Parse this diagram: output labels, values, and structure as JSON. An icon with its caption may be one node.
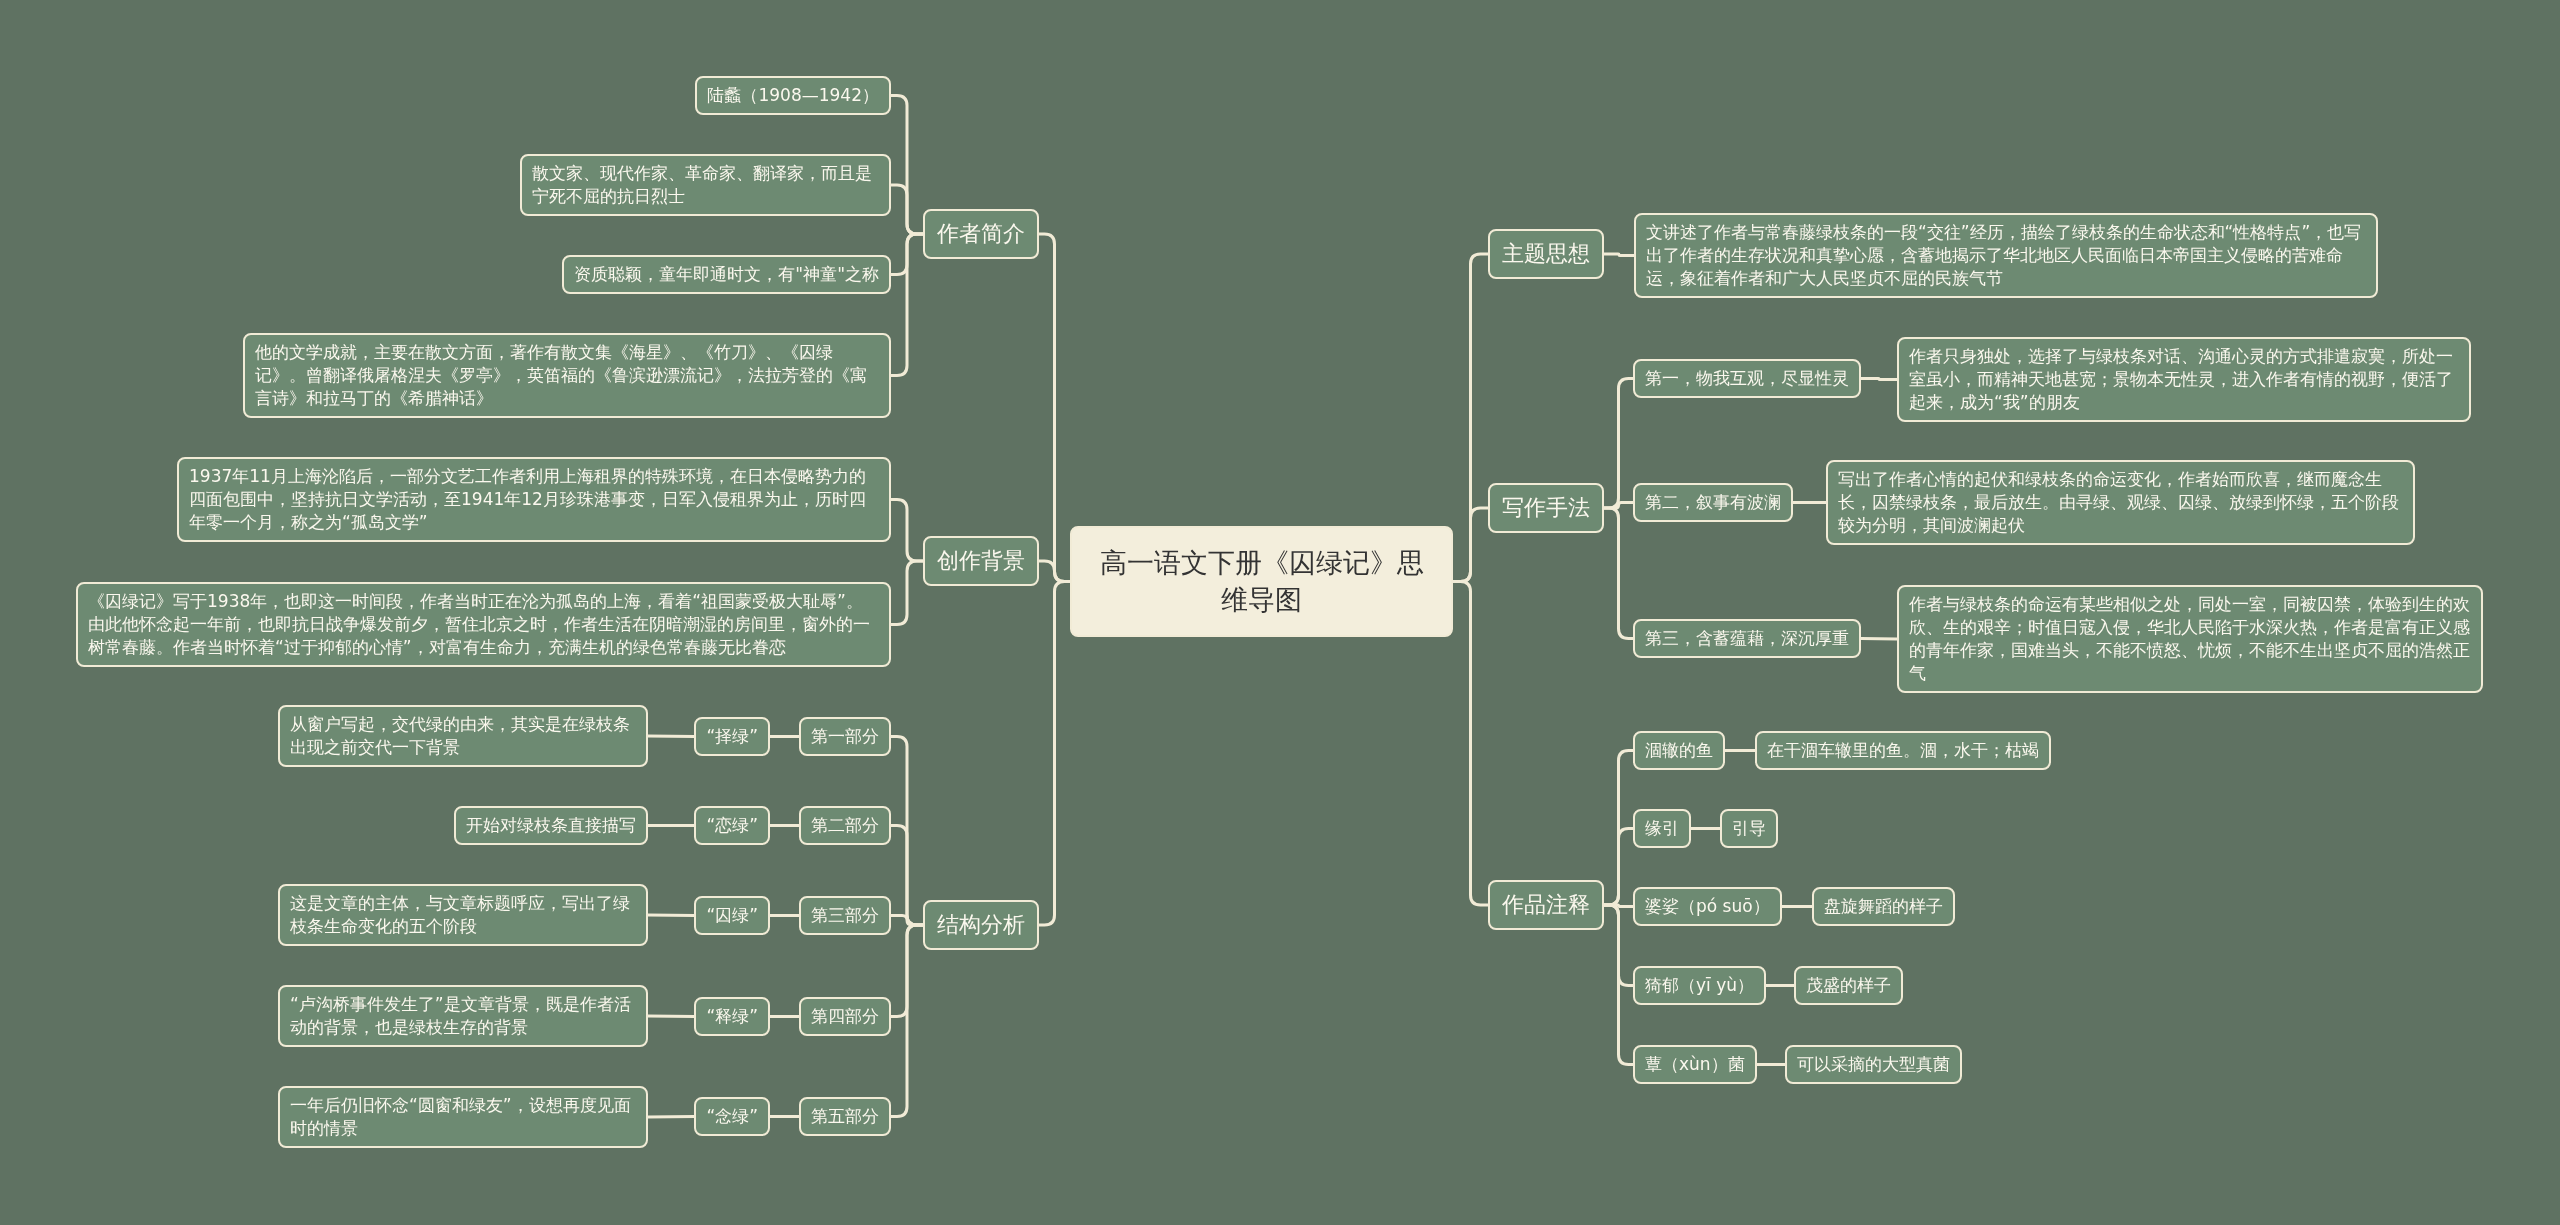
{
  "diagram": {
    "nodes": [
      {
        "text": [
          "高一语文下册《囚绿记》思维导图"
        ]
      },
      {
        "text": [
          "作者简介"
        ]
      },
      {
        "text": [
          "陆蠡（1908—1942）"
        ]
      },
      {
        "text": [
          "散文家、现代作家、革命家、翻译家，而且是宁死不屈的抗日烈士"
        ]
      },
      {
        "text": [
          "资质聪颖，童年即通时文，有\"神童\"之称"
        ]
      },
      {
        "text": [
          "他的文学成就，主要在散文方面，著作有散文集《海星》、《竹刀》、《囚绿记》。曾翻译俄屠格涅夫《罗亭》，英笛福的《鲁滨逊漂流记》，法拉芳登的《寓言诗》和拉马丁的《希腊神话》"
        ]
      },
      {
        "text": [
          "创作背景"
        ]
      },
      {
        "text": [
          "1937年11月上海沦陷后，一部分文艺工作者利用上海租界的特殊环境，在日本侵略势力的四面包围中，坚持抗日文学活动，至1941年12月珍珠港事变，日军入侵租界为止，历时四年零一个月，称之为“孤岛文学”"
        ]
      },
      {
        "text": [
          "《囚绿记》写于1938年，也即这一时间段，作者当时正在沦为孤岛的上海，看着“祖国蒙受极大耻辱”。由此他怀念起一年前，也即抗日战争爆发前夕，暂住北京之时，作者生活在阴暗潮湿的房间里，窗外的一树常春藤。作者当时怀着“过于抑郁的心情”，对富有生命力，充满生机的绿色常春藤无比眷恋"
        ]
      },
      {
        "text": [
          "结构分析"
        ]
      },
      {
        "text": [
          "第一部分"
        ]
      },
      {
        "text": [
          "“择绿”"
        ]
      },
      {
        "text": [
          "从窗户写起，交代绿的由来，其实是在绿枝条出现之前交代一下背景"
        ]
      },
      {
        "text": [
          "第二部分"
        ]
      },
      {
        "text": [
          "“恋绿”"
        ]
      },
      {
        "text": [
          "开始对绿枝条直接描写"
        ]
      },
      {
        "text": [
          "第三部分"
        ]
      },
      {
        "text": [
          "“囚绿”"
        ]
      },
      {
        "text": [
          "这是文章的主体，与文章标题呼应，写出了绿枝条生命变化的五个阶段"
        ]
      },
      {
        "text": [
          "第四部分"
        ]
      },
      {
        "text": [
          "“释绿”"
        ]
      },
      {
        "text": [
          "“卢沟桥事件发生了”是文章背景，既是作者活动的背景，也是绿枝生存的背景"
        ]
      },
      {
        "text": [
          "第五部分"
        ]
      },
      {
        "text": [
          "“念绿”"
        ]
      },
      {
        "text": [
          "一年后仍旧怀念“圆窗和绿友”，设想再度见面时的情景"
        ]
      },
      {
        "text": [
          "主题思想"
        ]
      },
      {
        "text": [
          "文讲述了作者与常春藤绿枝条的一段“交往”经历，描绘了绿枝条的生命状态和“性格特点”，也写出了作者的生存状况和真挚心愿，含蓄地揭示了华北地区人民面临日本帝国主义侵略的苦难命运，象征着作者和广大人民坚贞不屈的民族气节"
        ]
      },
      {
        "text": [
          "写作手法"
        ]
      },
      {
        "text": [
          "第一，物我互观，尽显性灵"
        ]
      },
      {
        "text": [
          "作者只身独处，选择了与绿枝条对话、沟通心灵的方式排遣寂寞，所处一室虽小，而精神天地甚宽；景物本无性灵，进入作者有情的视野，便活了起来，成为“我”的朋友"
        ]
      },
      {
        "text": [
          "第二，叙事有波澜"
        ]
      },
      {
        "text": [
          "写出了作者心情的起伏和绿枝条的命运变化，作者始而欣喜，继而魔念生长，囚禁绿枝条，最后放生。由寻绿、观绿、囚绿、放绿到怀绿，五个阶段较为分明，其间波澜起伏"
        ]
      },
      {
        "text": [
          "第三，含蓄蕴藉，深沉厚重"
        ]
      },
      {
        "text": [
          "作者与绿枝条的命运有某些相似之处，同处一室，同被囚禁，体验到生的欢欣、生的艰辛；时值日寇入侵，华北人民陷于水深火热，作者是富有正义感的青年作家，国难当头，不能不愤怒、忧烦，不能不生出坚贞不屈的浩然正气"
        ]
      },
      {
        "text": [
          "作品注释"
        ]
      },
      {
        "text": [
          "涸辙的鱼"
        ]
      },
      {
        "text": [
          "在干涸车辙里的鱼。涸，水干；枯竭"
        ]
      },
      {
        "text": [
          "缘引"
        ]
      },
      {
        "text": [
          "引导"
        ]
      },
      {
        "text": [
          "婆娑（pó suō）"
        ]
      },
      {
        "text": [
          "盘旋舞蹈的样子"
        ]
      },
      {
        "text": [
          "猗郁（yī yù）"
        ]
      },
      {
        "text": [
          "茂盛的样子"
        ]
      },
      {
        "text": [
          "蕈（xùn）菌"
        ]
      },
      {
        "text": [
          "可以采摘的大型真菌"
        ]
      }
    ],
    "edges": [
      {
        "from": 0,
        "to": 1,
        "arrow": "none"
      },
      {
        "from": 0,
        "to": 6,
        "arrow": "none"
      },
      {
        "from": 0,
        "to": 9,
        "arrow": "none"
      },
      {
        "from": 0,
        "to": 25,
        "arrow": "none"
      },
      {
        "from": 0,
        "to": 27,
        "arrow": "none"
      },
      {
        "from": 0,
        "to": 34,
        "arrow": "none"
      },
      {
        "from": 1,
        "to": 2,
        "arrow": "none"
      },
      {
        "from": 1,
        "to": 3,
        "arrow": "none"
      },
      {
        "from": 1,
        "to": 4,
        "arrow": "none"
      },
      {
        "from": 1,
        "to": 5,
        "arrow": "none"
      },
      {
        "from": 6,
        "to": 7,
        "arrow": "none"
      },
      {
        "from": 6,
        "to": 8,
        "arrow": "none"
      },
      {
        "from": 9,
        "to": 10,
        "arrow": "none"
      },
      {
        "from": 9,
        "to": 13,
        "arrow": "none"
      },
      {
        "from": 9,
        "to": 16,
        "arrow": "none"
      },
      {
        "from": 9,
        "to": 19,
        "arrow": "none"
      },
      {
        "from": 9,
        "to": 22,
        "arrow": "none"
      },
      {
        "from": 10,
        "to": 11,
        "arrow": "none"
      },
      {
        "from": 11,
        "to": 12,
        "arrow": "none"
      },
      {
        "from": 13,
        "to": 14,
        "arrow": "none"
      },
      {
        "from": 14,
        "to": 15,
        "arrow": "none"
      },
      {
        "from": 16,
        "to": 17,
        "arrow": "none"
      },
      {
        "from": 17,
        "to": 18,
        "arrow": "none"
      },
      {
        "from": 19,
        "to": 20,
        "arrow": "none"
      },
      {
        "from": 20,
        "to": 21,
        "arrow": "none"
      },
      {
        "from": 22,
        "to": 23,
        "arrow": "none"
      },
      {
        "from": 23,
        "to": 24,
        "arrow": "none"
      },
      {
        "from": 25,
        "to": 26,
        "arrow": "none"
      },
      {
        "from": 27,
        "to": 28,
        "arrow": "none"
      },
      {
        "from": 27,
        "to": 30,
        "arrow": "none"
      },
      {
        "from": 27,
        "to": 32,
        "arrow": "none"
      },
      {
        "from": 28,
        "to": 29,
        "arrow": "none"
      },
      {
        "from": 30,
        "to": 31,
        "arrow": "none"
      },
      {
        "from": 32,
        "to": 33,
        "arrow": "none"
      },
      {
        "from": 34,
        "to": 35,
        "arrow": "none"
      },
      {
        "from": 34,
        "to": 37,
        "arrow": "none"
      },
      {
        "from": 34,
        "to": 39,
        "arrow": "none"
      },
      {
        "from": 34,
        "to": 41,
        "arrow": "none"
      },
      {
        "from": 34,
        "to": 43,
        "arrow": "none"
      },
      {
        "from": 35,
        "to": 36,
        "arrow": "none"
      },
      {
        "from": 37,
        "to": 38,
        "arrow": "none"
      },
      {
        "from": 39,
        "to": 40,
        "arrow": "none"
      },
      {
        "from": 41,
        "to": 42,
        "arrow": "none"
      },
      {
        "from": 43,
        "to": 44,
        "arrow": "none"
      }
    ]
  }
}
